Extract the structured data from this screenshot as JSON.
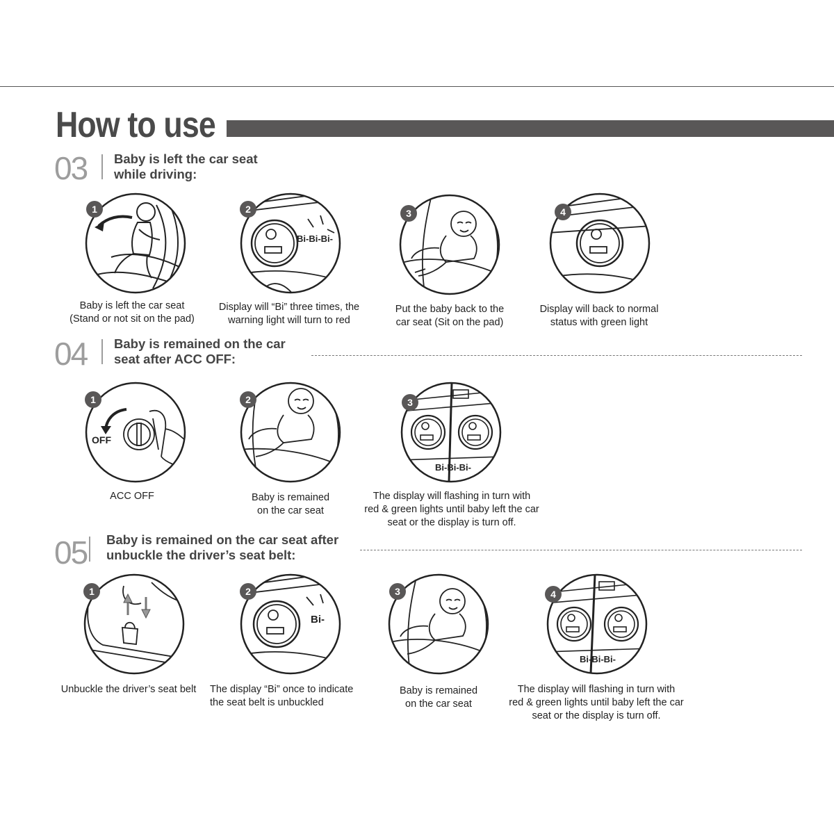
{
  "title": "How to use",
  "sections": [
    {
      "number": "03",
      "heading_line1": "Baby is left the car seat",
      "heading_line2": "while driving:",
      "steps": [
        {
          "badge": "1",
          "caption_line1": "Baby is left the car seat",
          "caption_line2": "(Stand or not sit on the pad)"
        },
        {
          "badge": "2",
          "sound": "Bi-Bi-Bi-",
          "caption_line1": "Display will “Bi” three times, the",
          "caption_line2": "warning light will turn to red"
        },
        {
          "badge": "3",
          "caption_line1": "Put the baby back to the",
          "caption_line2": "car seat (Sit on the pad)"
        },
        {
          "badge": "4",
          "caption_line1": "Display will back to normal",
          "caption_line2": "status with green light"
        }
      ]
    },
    {
      "number": "04",
      "heading_line1": "Baby is remained on the car",
      "heading_line2": "seat after ACC OFF:",
      "steps": [
        {
          "badge": "1",
          "label": "OFF",
          "caption_line1": "ACC OFF"
        },
        {
          "badge": "2",
          "caption_line1": "Baby is remained",
          "caption_line2": "on the car seat"
        },
        {
          "badge": "3",
          "sound": "Bi-Bi-Bi-",
          "caption_line1": "The display will flashing in turn with",
          "caption_line2": "red & green lights until baby left the car",
          "caption_line3": "seat or the display is turn off."
        }
      ]
    },
    {
      "number": "05",
      "heading_line1": "Baby is remained on the car seat after",
      "heading_line2": "unbuckle the driver’s seat belt:",
      "steps": [
        {
          "badge": "1",
          "caption_line1": "Unbuckle the driver’s seat belt"
        },
        {
          "badge": "2",
          "sound": "Bi-",
          "caption_line1": "The display “Bi” once to indicate",
          "caption_line2": "the seat belt is unbuckled"
        },
        {
          "badge": "3",
          "caption_line1": "Baby is remained",
          "caption_line2": "on the car seat"
        },
        {
          "badge": "4",
          "sound": "Bi-Bi-Bi-",
          "caption_line1": "The display will flashing in turn with",
          "caption_line2": "red & green lights until baby left the car",
          "caption_line3": "seat or the display is turn off."
        }
      ]
    }
  ],
  "colors": {
    "title_bar": "#595757",
    "section_number": "#9d9d9d",
    "badge": "#595757"
  },
  "icons": [
    "baby-standing-icon",
    "display-device-icon",
    "baby-seated-icon",
    "key-off-icon",
    "seat-belt-buckle-icon",
    "dual-display-icon"
  ]
}
